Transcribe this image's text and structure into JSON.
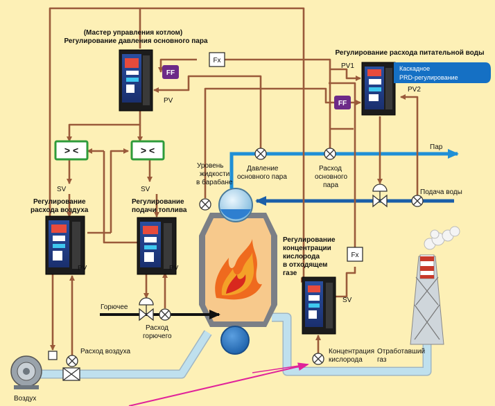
{
  "labels": {
    "master_title_1": "(Мастер управления котлом)",
    "master_title_2": "Регулирование давления основного пара",
    "feedwater_title": "Регулирование расхода питательной воды",
    "cascade_1": "Каскадное",
    "cascade_2": "PRD-регулирование",
    "ff": "FF",
    "fx": "Fx",
    "pv": "PV",
    "pv1": "PV1",
    "pv2": "PV2",
    "sv": "SV",
    "compare": "> <",
    "steam": "Пар",
    "water_supply": "Подача воды",
    "drum_level_1": "Уровень",
    "drum_level_2": "жидкости",
    "drum_level_3": "в барабане",
    "steam_pressure_1": "Давление",
    "steam_pressure_2": "основного пара",
    "steam_flow_1": "Расход",
    "steam_flow_2": "основного",
    "steam_flow_3": "пара",
    "air_ctrl_1": "Регулирование",
    "air_ctrl_2": "расхода воздуха",
    "fuel_ctrl_1": "Регулирование",
    "fuel_ctrl_2": "подачи топлива",
    "o2_ctrl_1": "Регулирование",
    "o2_ctrl_2": "концентрации",
    "o2_ctrl_3": "кислорода",
    "o2_ctrl_4": "в отходящем",
    "o2_ctrl_5": "газе",
    "fuel": "Горючее",
    "fuel_flow_1": "Расход",
    "fuel_flow_2": "горючего",
    "air_flow": "Расход воздуха",
    "air": "Воздух",
    "o2_conc_1": "Концентрация",
    "o2_conc_2": "кислорода",
    "flue_gas_1": "Отработавший",
    "flue_gas_2": "газ"
  },
  "colors": {
    "background": "#fdf0b6",
    "signal_line": "#9a5a3a",
    "steam_pipe": "#1f8fd6",
    "water_pipe": "#1b5fa8",
    "duct_pale": "#bfe0ee",
    "boiler_fill": "#f7c98c",
    "boiler_frame": "#7b7f86",
    "ff_badge": "#6d2a88",
    "cascade_badge": "#1570c4",
    "comparator_border": "#2e9b3a",
    "annotation_arrow": "#e0239a"
  }
}
